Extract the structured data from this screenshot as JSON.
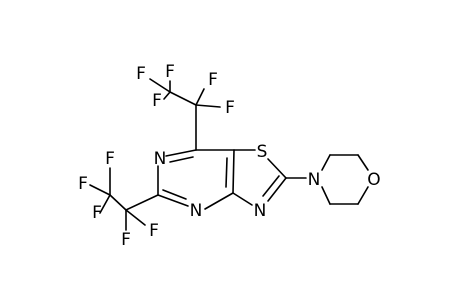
{
  "diagram": {
    "kind": "chemical-structure",
    "bond_color": "#000000",
    "background": "#ffffff",
    "atom_labels": {
      "sulfur": "S",
      "ring_n_upper": "N",
      "ring_n_lower": "N",
      "thiazole_n": "N",
      "morpholine_n": "N",
      "morpholine_o": "O",
      "fluorine": "F"
    }
  }
}
